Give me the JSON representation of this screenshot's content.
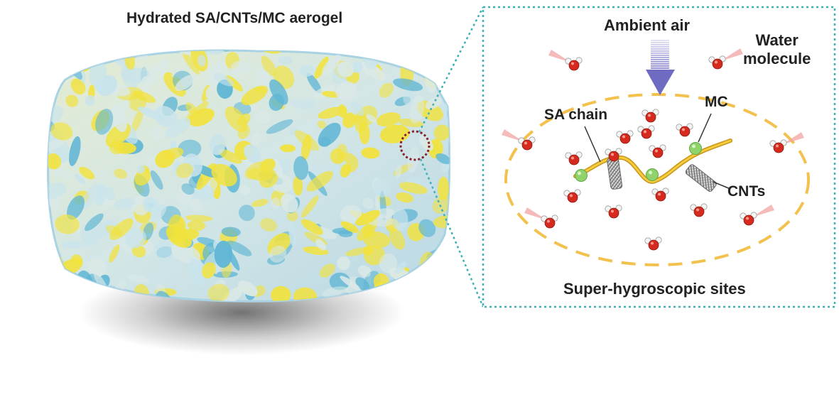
{
  "figure": {
    "aerogel_title": "Hydrated SA/CNTs/MC aerogel",
    "ambient_air": "Ambient air",
    "water_molecule": [
      "Water",
      "molecule"
    ],
    "sa_chain": "SA chain",
    "mc": "MC",
    "cnts": "CNTs",
    "hygroscopic_sites": "Super-hygroscopic sites"
  },
  "colors": {
    "inset_border": "#3fb1b6",
    "ellipse_dash": "#f2c14e",
    "arrow": "#7b78c9",
    "oxygen": "#d62a1e",
    "hydrogen": "#f4f4f4",
    "mc_ball": "#8fd36a",
    "sa_chain": "#e3b11e",
    "aerogel_yellow": "#f1e23d",
    "aerogel_blue": "#5fb6d4",
    "aerogel_pale": "#dbe9e7"
  }
}
